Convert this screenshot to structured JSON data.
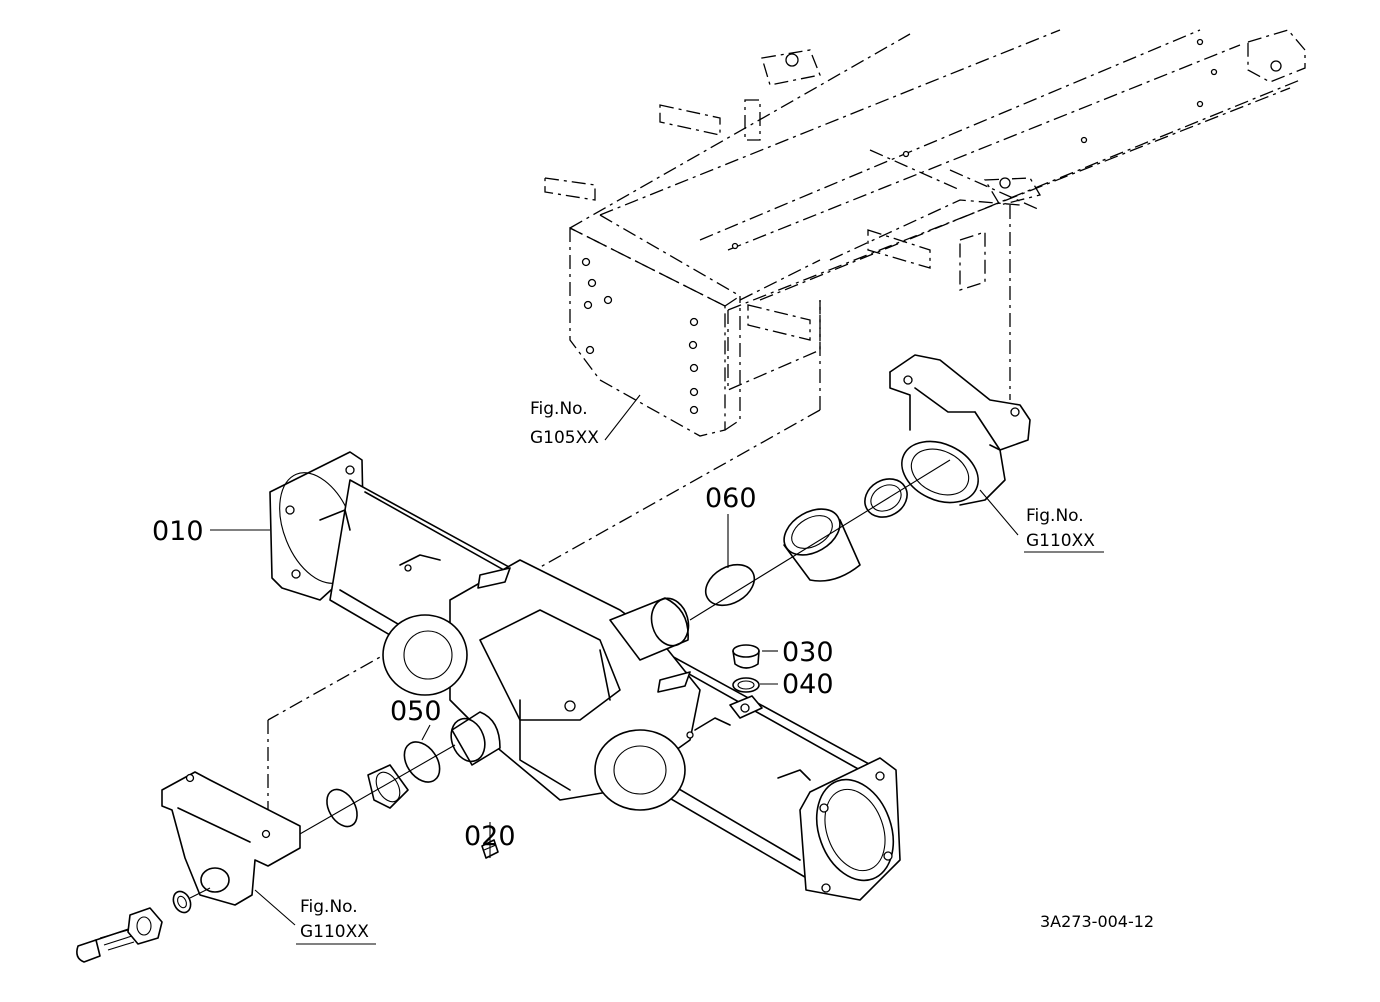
{
  "diagram": {
    "part_labels": {
      "p010": "010",
      "p020": "020",
      "p030": "030",
      "p040": "040",
      "p050": "050",
      "p060": "060"
    },
    "figure_refs": {
      "frame": {
        "prefix": "Fig.No.",
        "code": "G105XX"
      },
      "right_bracket": {
        "prefix": "Fig.No.",
        "code": "G110XX"
      },
      "left_bracket": {
        "prefix": "Fig.No.",
        "code": "G110XX"
      }
    },
    "drawing_code": "3A273-004-12"
  },
  "colors": {
    "line": "#000000",
    "background": "#ffffff"
  }
}
